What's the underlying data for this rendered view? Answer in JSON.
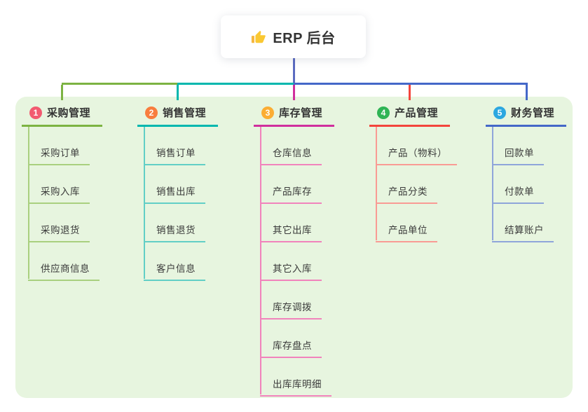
{
  "root": {
    "label": "ERP 后台",
    "icon": "thumbs-up-icon",
    "line_color": "#5B6BC0",
    "card_bg": "#ffffff"
  },
  "panel": {
    "bg_color": "#E7F5DF"
  },
  "branches": [
    {
      "badge": "1",
      "badge_color": "#F25A70",
      "label": "采购管理",
      "line_color": "#7CB342",
      "child_line_color": "#A9D07F",
      "children": [
        "采购订单",
        "采购入库",
        "采购退货",
        "供应商信息"
      ]
    },
    {
      "badge": "2",
      "badge_color": "#F87D3E",
      "label": "销售管理",
      "line_color": "#00B7AE",
      "child_line_color": "#62CFC6",
      "children": [
        "销售订单",
        "销售出库",
        "销售退货",
        "客户信息"
      ]
    },
    {
      "badge": "3",
      "badge_color": "#FBAD33",
      "label": "库存管理",
      "line_color": "#D02F9D",
      "child_line_color": "#F183BC",
      "children": [
        "仓库信息",
        "产品库存",
        "其它出库",
        "其它入库",
        "库存调拨",
        "库存盘点",
        "出库库明细"
      ]
    },
    {
      "badge": "4",
      "badge_color": "#2FB455",
      "label": "产品管理",
      "line_color": "#F3453C",
      "child_line_color": "#F99B94",
      "children": [
        "产品（物料）",
        "产品分类",
        "产品单位"
      ]
    },
    {
      "badge": "5",
      "badge_color": "#2CA7E0",
      "label": "财务管理",
      "line_color": "#4468C8",
      "child_line_color": "#8FA5DA",
      "children": [
        "回款单",
        "付款单",
        "结算账户"
      ]
    }
  ]
}
